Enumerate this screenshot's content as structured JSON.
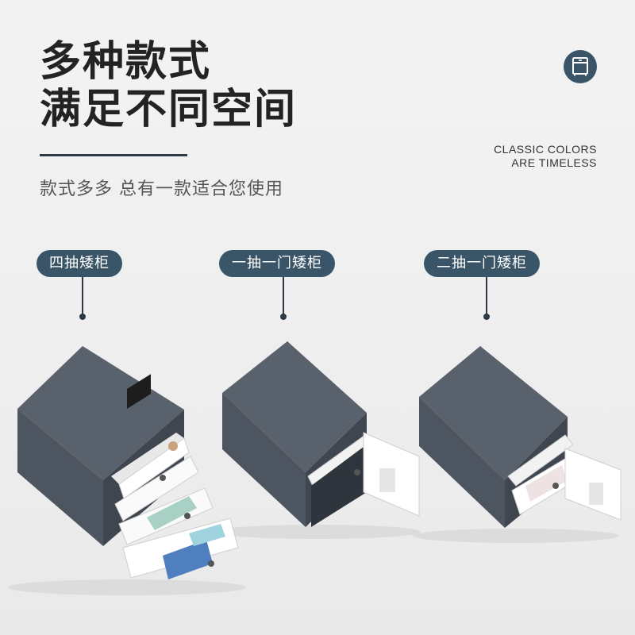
{
  "headline": {
    "line1": "多种款式",
    "line2": "满足不同空间"
  },
  "subtitle": "款式多多 总有一款适合您使用",
  "tagline": {
    "line1": "CLASSIC COLORS",
    "line2": "ARE TIMELESS"
  },
  "badge_icon": "cabinet-icon",
  "products": [
    {
      "label": "四抽矮柜"
    },
    {
      "label": "一抽一门矮柜"
    },
    {
      "label": "二抽一门矮柜"
    }
  ],
  "colors": {
    "accent": "#3a5568",
    "cabinet_body": "#5c6470",
    "cabinet_side": "#4f5762",
    "drawer": "#ffffff",
    "text_dark": "#232323"
  }
}
